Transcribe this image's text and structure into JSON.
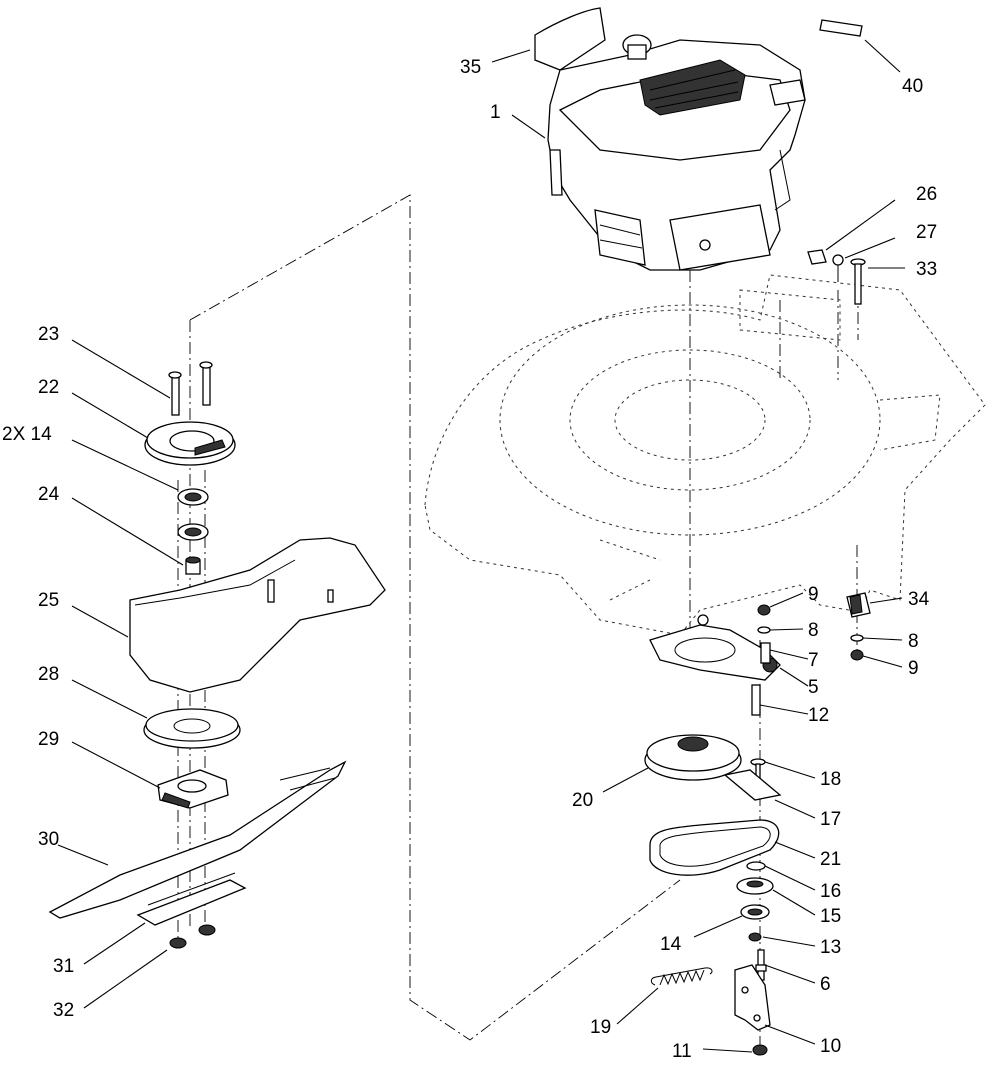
{
  "callouts": {
    "c1": "1",
    "c5": "5",
    "c6": "6",
    "c7": "7",
    "c8a": "8",
    "c8b": "8",
    "c9a": "9",
    "c9b": "9",
    "c10": "10",
    "c11": "11",
    "c12": "12",
    "c13": "13",
    "c14": "14",
    "c14x": "2X 14",
    "c15": "15",
    "c16": "16",
    "c17": "17",
    "c18": "18",
    "c19": "19",
    "c20": "20",
    "c21": "21",
    "c22": "22",
    "c23": "23",
    "c24": "24",
    "c25": "25",
    "c26": "26",
    "c27": "27",
    "c28": "28",
    "c29": "29",
    "c30": "30",
    "c31": "31",
    "c32": "32",
    "c33": "33",
    "c34": "34",
    "c35": "35",
    "c40": "40"
  }
}
